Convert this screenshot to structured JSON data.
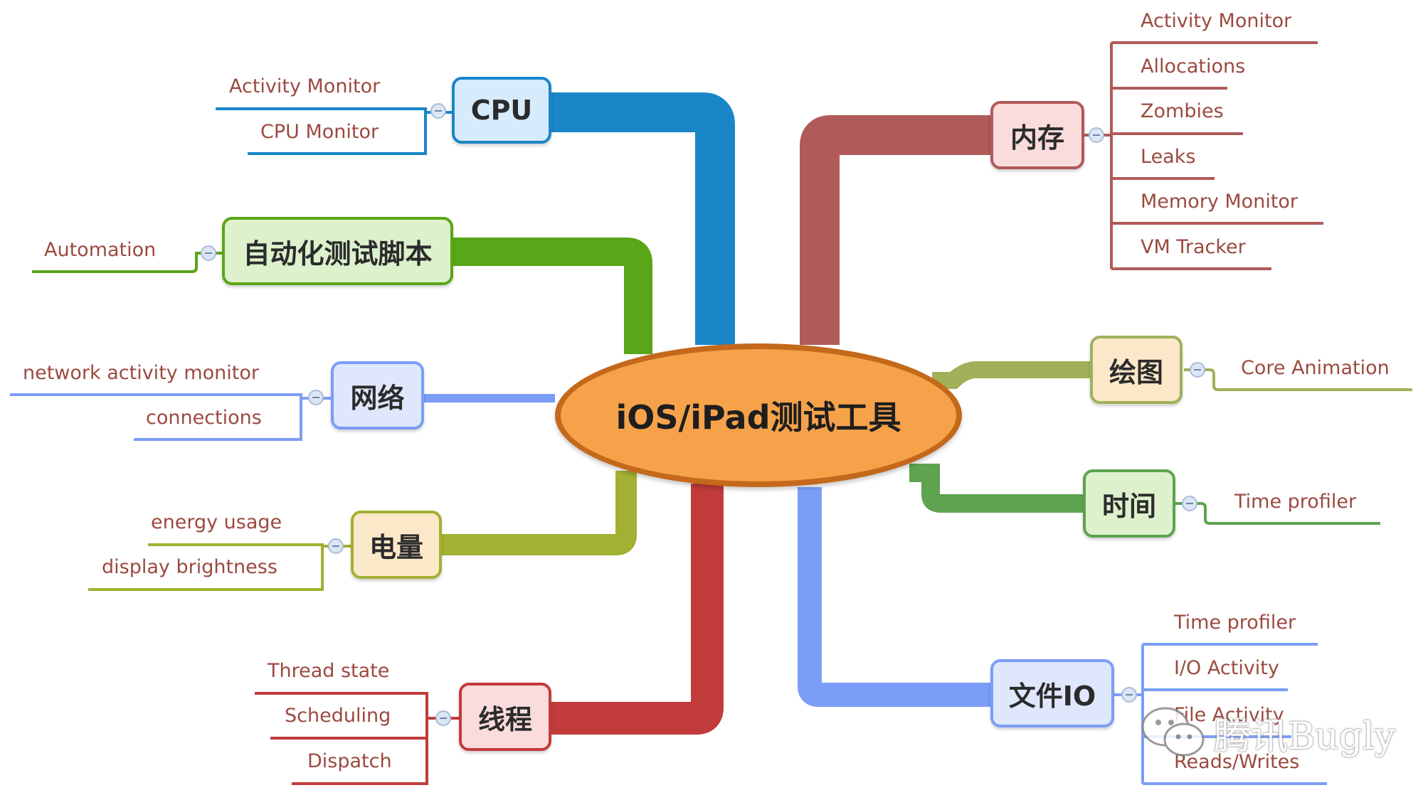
{
  "central": "iOS/iPad测试工具",
  "branches": {
    "cpu": {
      "label": "CPU",
      "color": "#1a86c8",
      "fill": "#d6ebfb",
      "items": [
        "Activity Monitor",
        "CPU Monitor"
      ]
    },
    "automation": {
      "label": "自动化测试脚本",
      "color": "#5aa619",
      "fill": "#dcf1cc",
      "items": [
        "Automation"
      ]
    },
    "network": {
      "label": "网络",
      "color": "#7b9df7",
      "fill": "#dfe7fd",
      "items": [
        "network activity monitor",
        "connections"
      ]
    },
    "power": {
      "label": "电量",
      "color": "#a2b033",
      "fill": "#fbe8c8",
      "items": [
        "energy usage",
        "display brightness"
      ]
    },
    "thread": {
      "label": "线程",
      "color": "#c23b3b",
      "fill": "#fadcdc",
      "items": [
        "Thread state",
        "Scheduling",
        "Dispatch"
      ]
    },
    "memory": {
      "label": "内存",
      "color": "#b05a5a",
      "fill": "#fadcdc",
      "items": [
        "Activity Monitor",
        "Allocations",
        "Zombies",
        "Leaks",
        "Memory Monitor",
        "VM Tracker"
      ]
    },
    "drawing": {
      "label": "绘图",
      "color": "#a2b05a",
      "fill": "#fbe8c8",
      "items": [
        "Core Animation"
      ]
    },
    "time": {
      "label": "时间",
      "color": "#5ea34f",
      "fill": "#dcf1cc",
      "items": [
        "Time profiler"
      ]
    },
    "fileio": {
      "label": "文件IO",
      "color": "#7b9df7",
      "fill": "#dfe7fd",
      "items": [
        "Time profiler",
        "I/O Activity",
        "File Activity",
        "Reads/Writes"
      ]
    }
  },
  "watermark": {
    "text": "腾讯Bugly",
    "icon": "wechat-icon"
  }
}
